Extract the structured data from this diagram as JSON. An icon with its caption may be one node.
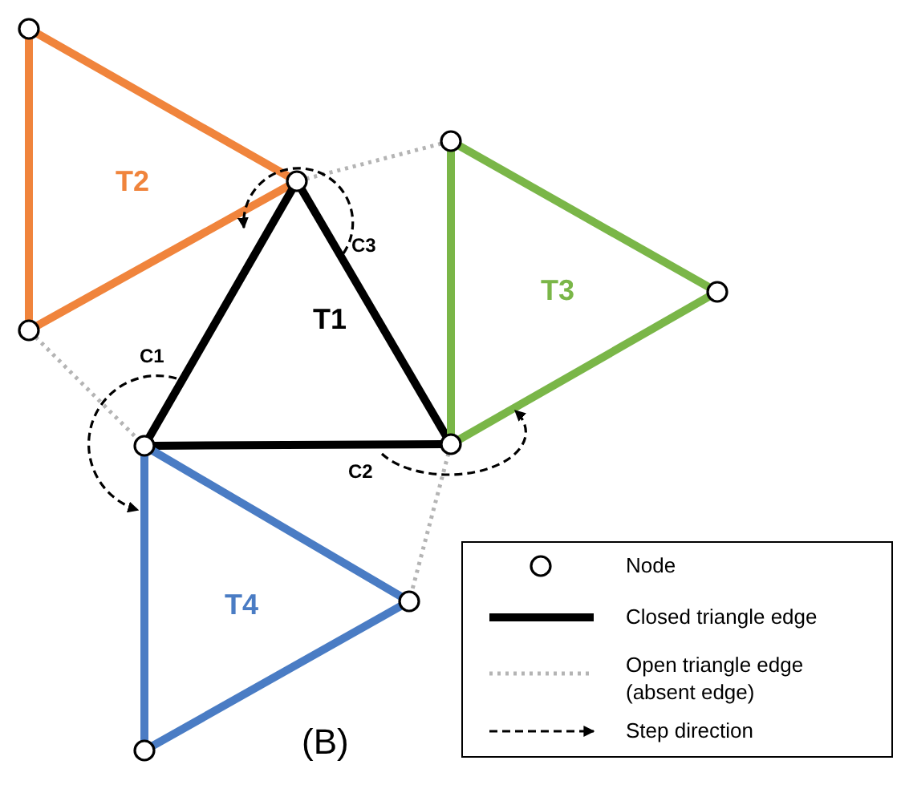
{
  "diagram": {
    "nodes": [
      {
        "text": [],
        "shape": "circle"
      },
      {
        "text": [],
        "shape": "circle"
      },
      {
        "text": [],
        "shape": "circle"
      },
      {
        "text": [],
        "shape": "circle"
      },
      {
        "text": [],
        "shape": "circle"
      },
      {
        "text": [],
        "shape": "circle"
      },
      {
        "text": [],
        "shape": "circle"
      },
      {
        "text": [],
        "shape": "circle"
      },
      {
        "text": [],
        "shape": "circle"
      }
    ],
    "edges": [
      {
        "from": 0,
        "to": 1,
        "arrow": "none",
        "color": "#f0843c"
      },
      {
        "from": 1,
        "to": 4,
        "arrow": "none",
        "color": "#f0843c"
      },
      {
        "from": 4,
        "to": 0,
        "arrow": "none",
        "color": "#f0843c"
      },
      {
        "from": 1,
        "to": 5,
        "arrow": "none",
        "color": "#000000"
      },
      {
        "from": 5,
        "to": 6,
        "arrow": "none",
        "color": "#000000"
      },
      {
        "from": 6,
        "to": 1,
        "arrow": "none",
        "color": "#000000"
      },
      {
        "from": 2,
        "to": 6,
        "arrow": "none",
        "color": "#7ab648"
      },
      {
        "from": 6,
        "to": 3,
        "arrow": "none",
        "color": "#7ab648"
      },
      {
        "from": 3,
        "to": 2,
        "arrow": "none",
        "color": "#7ab648"
      },
      {
        "from": 5,
        "to": 7,
        "arrow": "none",
        "color": "#4a7cc4"
      },
      {
        "from": 7,
        "to": 8,
        "arrow": "none",
        "color": "#4a7cc4"
      },
      {
        "from": 8,
        "to": 5,
        "arrow": "none",
        "color": "#4a7cc4"
      },
      {
        "from": 1,
        "to": 2,
        "arrow": "none",
        "style": "dashed",
        "color": "#b4b4b4"
      },
      {
        "from": 4,
        "to": 5,
        "arrow": "none",
        "style": "dashed",
        "color": "#b4b4b4"
      },
      {
        "from": 6,
        "to": 7,
        "arrow": "none",
        "style": "dashed",
        "color": "#b4b4b4"
      }
    ],
    "labels": [
      "T2",
      "C3",
      "T3",
      "T1",
      "C1",
      "C2",
      "T4",
      "(B)"
    ],
    "legend": [
      {
        "text": "Node"
      },
      {
        "text": "Closed triangle edge"
      },
      {
        "text": "Open triangle edge (absent edge)"
      },
      {
        "text": "Step direction"
      }
    ]
  }
}
